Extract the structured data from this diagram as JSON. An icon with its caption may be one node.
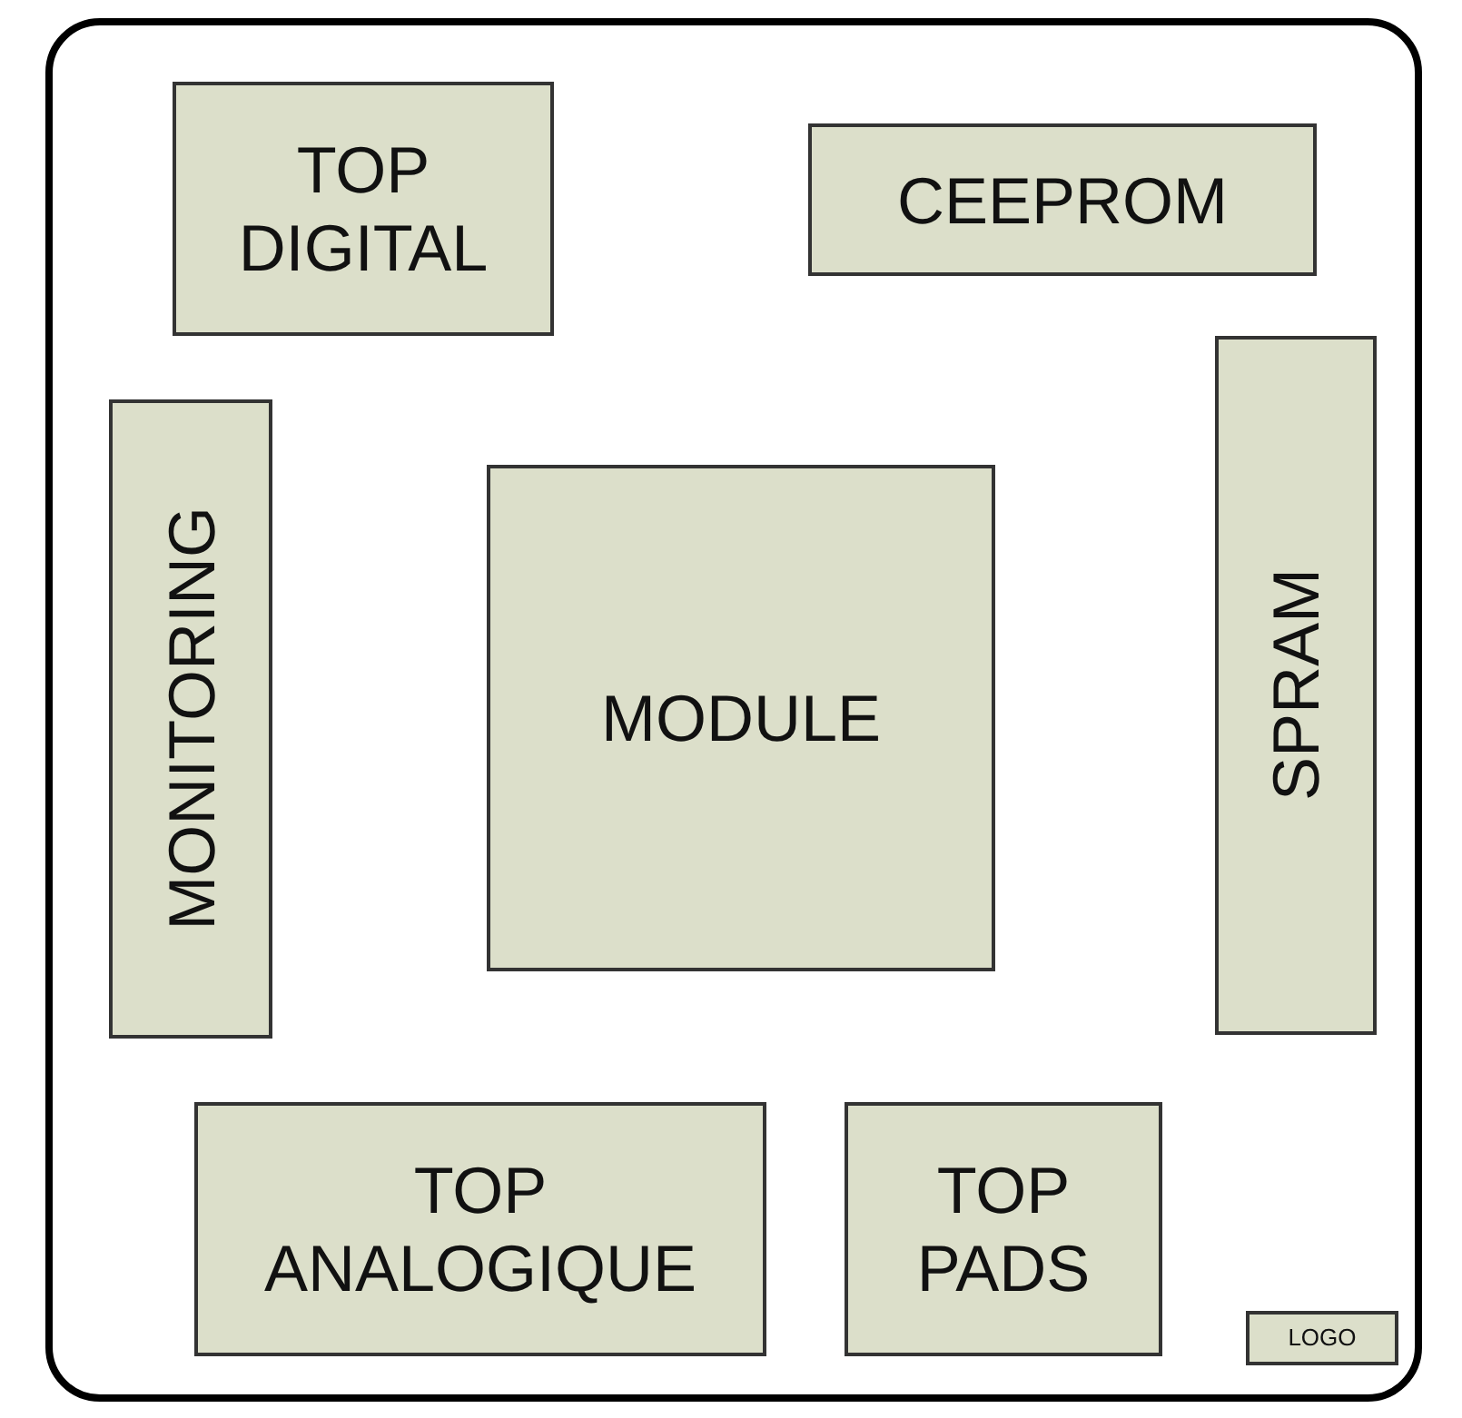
{
  "diagram": {
    "nodes": [
      {
        "text": [],
        "shape": "box"
      },
      {
        "text": [
          "TOP DIGITAL"
        ],
        "in": 0
      },
      {
        "text": [
          "CEEPROM"
        ],
        "in": 0
      },
      {
        "text": [
          "MONITORING"
        ],
        "in": 0
      },
      {
        "text": [
          "MODULE"
        ],
        "in": 0
      },
      {
        "text": [
          "SPRAM"
        ],
        "in": 0
      },
      {
        "text": [
          "TOP ANALOGIQUE"
        ],
        "in": 0
      },
      {
        "text": [
          "TOP PADS"
        ],
        "in": 0
      },
      {
        "text": [
          "LOGO"
        ],
        "in": 0
      }
    ]
  }
}
